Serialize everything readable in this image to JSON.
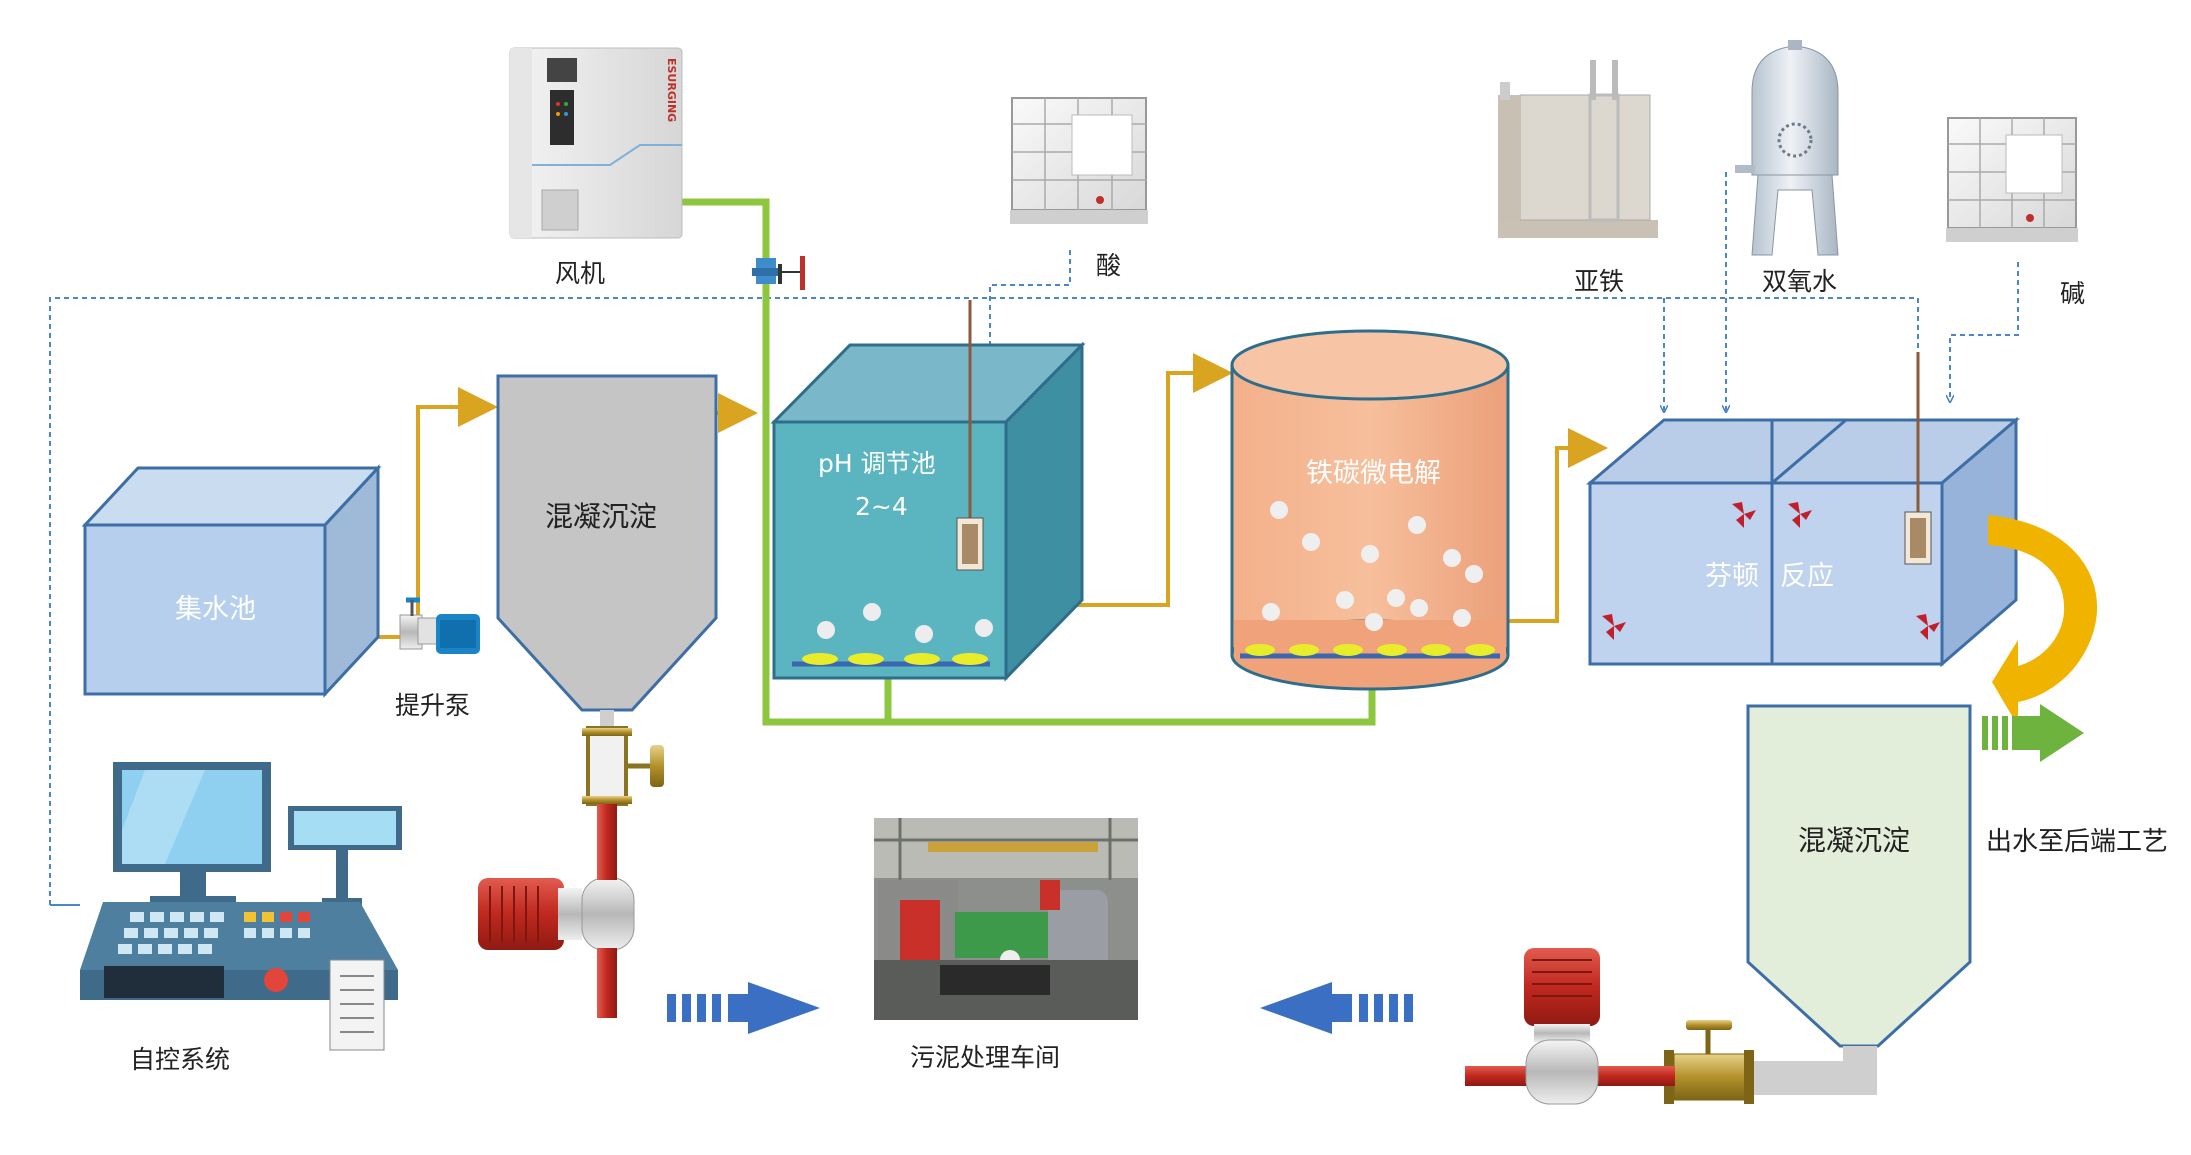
{
  "labels": {
    "blower": "风机",
    "acid": "酸",
    "ferrous": "亚铁",
    "peroxide": "双氧水",
    "alkali": "碱",
    "collection_tank": "集水池",
    "lift_pump": "提升泵",
    "coag_sed_1": "混凝沉淀",
    "ph_tank_title": "pH 调节池",
    "ph_tank_range": "2~4",
    "iron_carbon": "铁碳微电解",
    "fenton_left": "芬顿",
    "fenton_right": "反应",
    "coag_sed_2": "混凝沉淀",
    "effluent": "出水至后端工艺",
    "auto_control": "自控系统",
    "sludge_workshop": "污泥处理车间",
    "blower_brand": "ESURGING"
  },
  "colors": {
    "air_pipe": "#8dc63f",
    "water_pipe": "#d9a520",
    "signal_line": "#4a86c8",
    "fenton_arrow": "#f0b400",
    "effluent_arrow": "#6fb33f",
    "sludge_arrow": "#3a6fc4"
  }
}
